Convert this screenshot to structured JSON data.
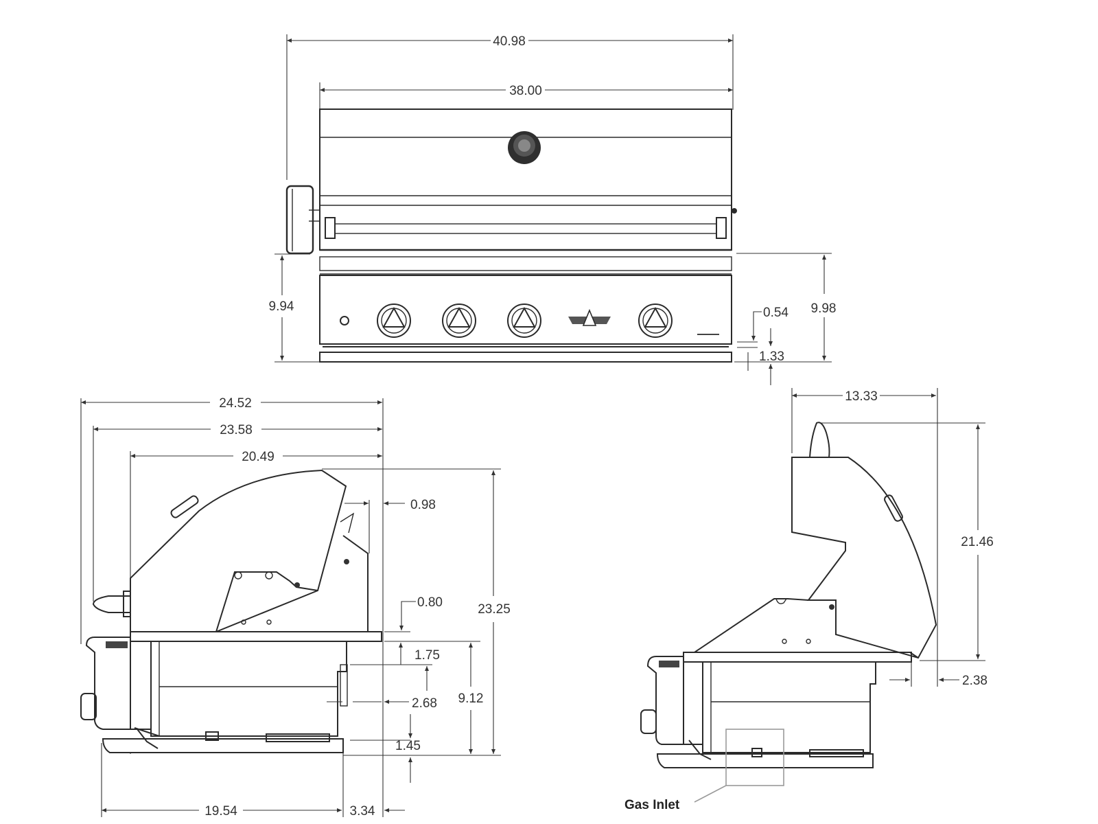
{
  "front_view": {
    "overall_width": "40.98",
    "hood_width": "38.00",
    "left_height": "9.94",
    "right_height": "9.98",
    "small_offset": "0.54",
    "base_offset": "1.33"
  },
  "left_view": {
    "depth_overall": "24.52",
    "depth_hood_handle": "23.58",
    "depth_hood": "20.49",
    "rear_offset": "0.98",
    "total_height": "23.25",
    "shelf_offset": "0.80",
    "top_drop": "1.75",
    "body_height": "9.12",
    "body_inset": "2.68",
    "bottom_offset": "1.45",
    "cutout_depth": "19.54",
    "rear_clearance": "3.34"
  },
  "right_view": {
    "open_depth": "13.33",
    "open_height": "21.46",
    "rear_overhang": "2.38",
    "gas_inlet_label": "Gas Inlet"
  },
  "colors": {
    "line": "#2a2a2a",
    "callout_box": "#9a9a9a"
  }
}
